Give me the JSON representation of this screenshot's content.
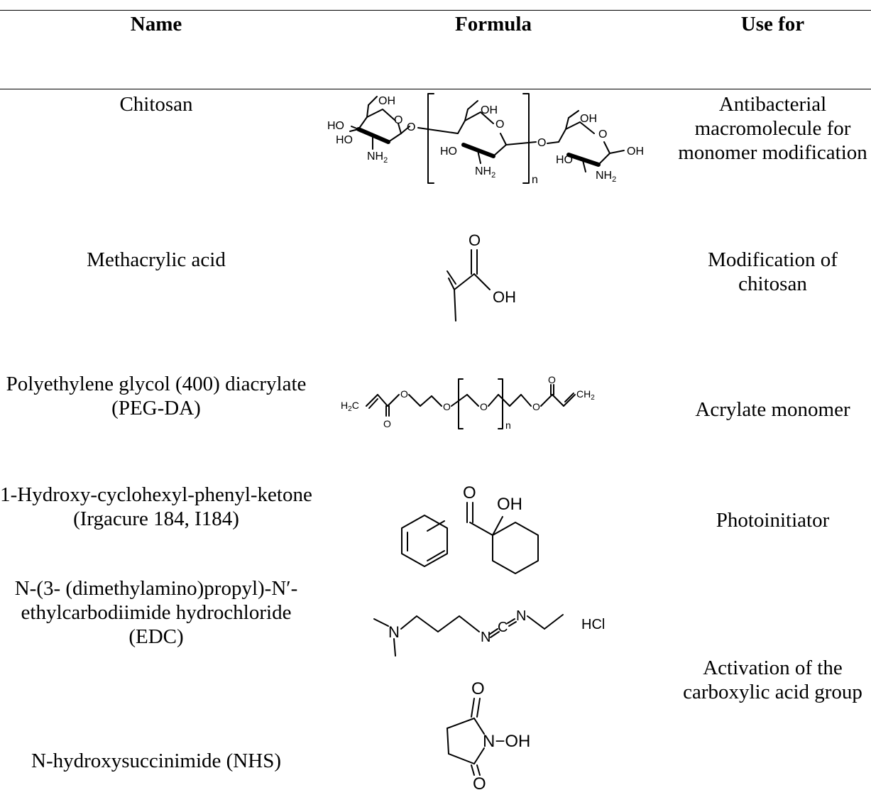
{
  "header": {
    "name": "Name",
    "formula": "Formula",
    "use": "Use for"
  },
  "rows": [
    {
      "name": "Chitosan",
      "use": "Antibacterial macromolecule for monomer modification"
    },
    {
      "name": "Methacrylic acid",
      "use": "Modification of chitosan"
    },
    {
      "name": "Polyethylene glycol (400) diacrylate (PEG-DA)",
      "use": "Acrylate monomer"
    },
    {
      "name": "1-Hydroxy-cyclohexyl-phenyl-ketone (Irgacure 184, I184)",
      "use": "Photoinitiator"
    },
    {
      "name": "N-(3- (dimethylamino)propyl)-N′-ethylcarbodiimide hydrochloride (EDC)"
    },
    {
      "name": "N-hydroxysuccinimide (NHS)"
    }
  ],
  "shared_use": "Activation of the carboxylic acid group",
  "structure_labels": {
    "oh": "OH",
    "ho": "HO",
    "o": "O",
    "nh": "NH",
    "sub2": "2",
    "n": "n",
    "h2c": "H2C",
    "ch2": "CH2",
    "nitrogen": "N",
    "carbon": "C",
    "hcl": "HCl",
    "n_oh": "N−OH"
  }
}
